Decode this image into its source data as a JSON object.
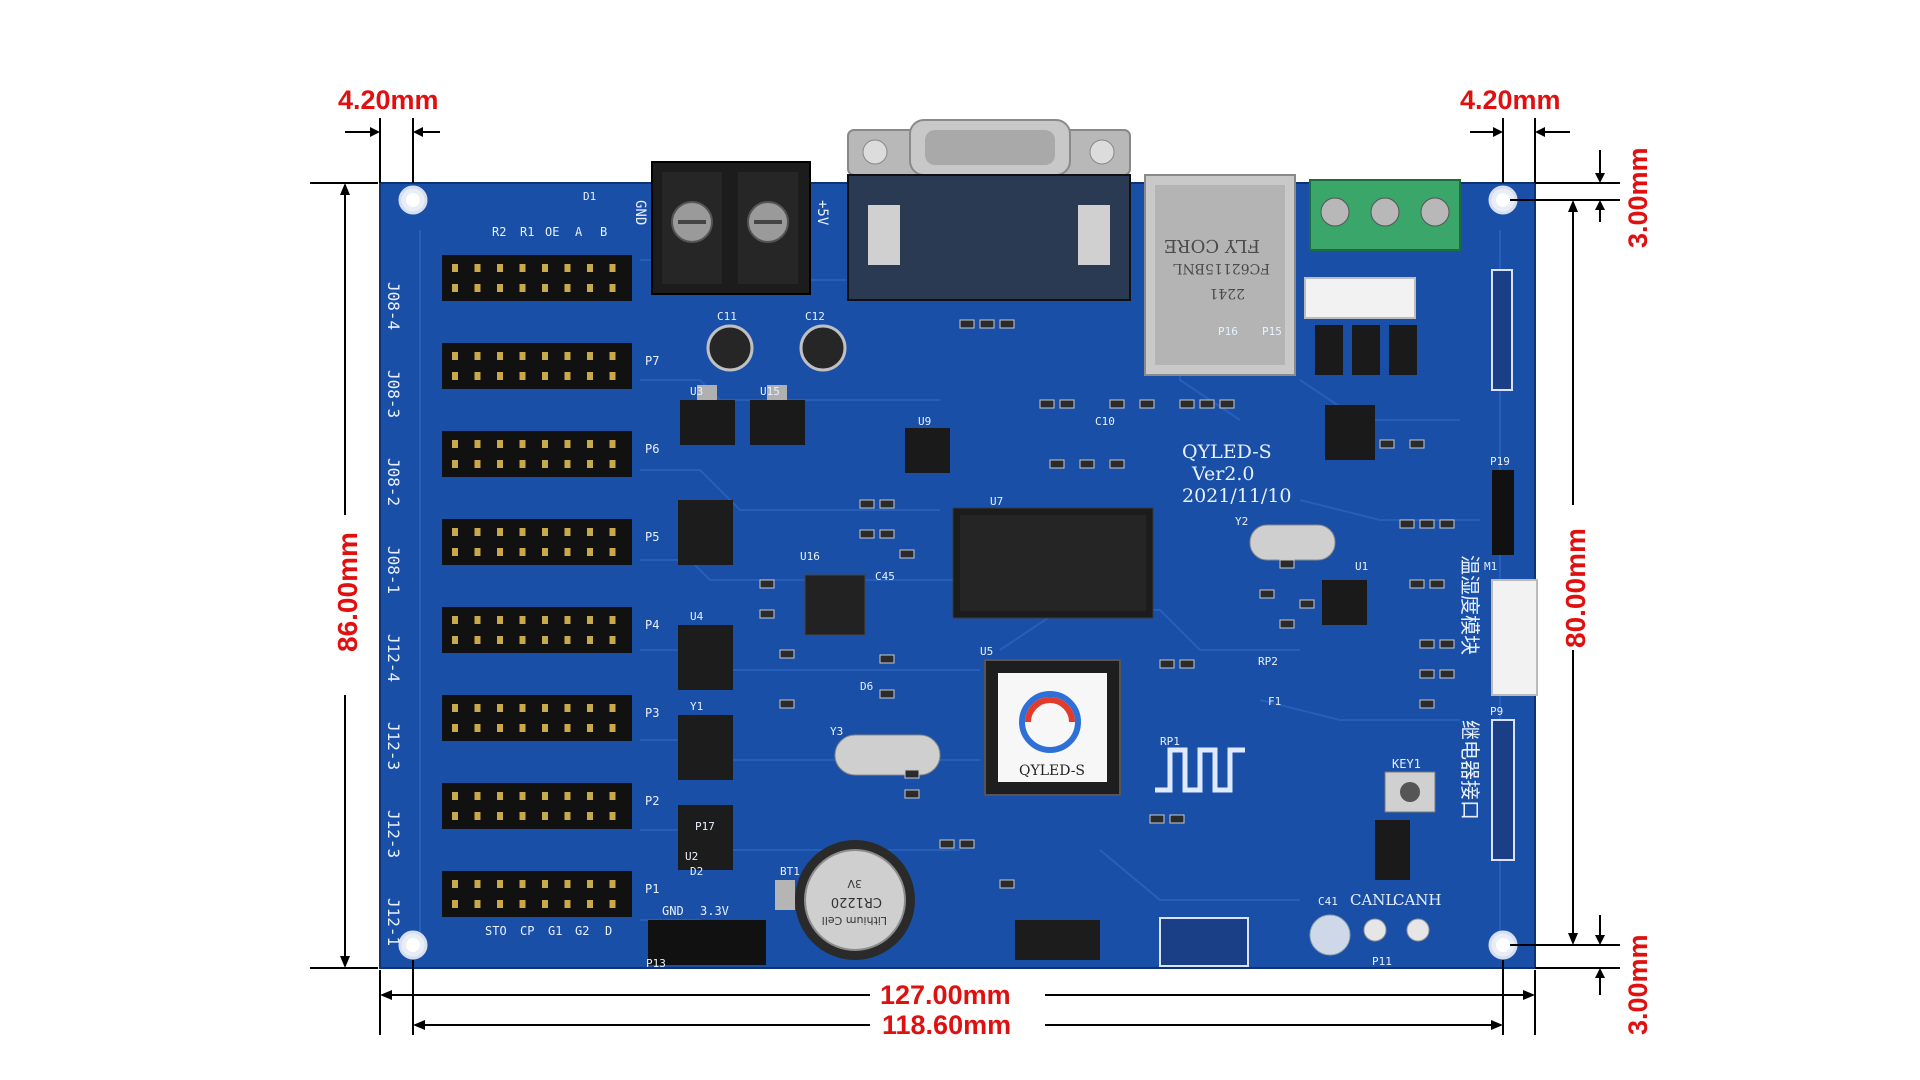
{
  "colors": {
    "dimension_text": "#e01010",
    "pcb": "#1a4fa8",
    "pcb_dark": "#133d86",
    "silkscreen": "#e8f0ff",
    "terminal_green": "#3aa66a",
    "pin_gold": "#c9a94a",
    "background": "#ffffff"
  },
  "dimensions": {
    "top_left_hole_offset": "4.20mm",
    "top_right_hole_offset": "4.20mm",
    "top_right_vertical_offset": "3.00mm",
    "bottom_right_vertical_offset": "3.00mm",
    "total_height": "86.00mm",
    "hole_height": "80.00mm",
    "total_width": "127.00mm",
    "hole_width": "118.60mm"
  },
  "board": {
    "model": "QYLED-S",
    "version": "Ver2.0",
    "date": "2021/11/10",
    "chip_logo_text": "QYLED-S",
    "ethernet_label_lines": [
      "FLY CORE",
      "FC62115BNL",
      "2241"
    ],
    "battery_label_lines": [
      "Lithium Cell",
      "CR1220",
      "3V"
    ],
    "power_labels": [
      "GND",
      "+5V"
    ],
    "can_labels": [
      "CANL",
      "CANH"
    ],
    "key_label": "KEY1",
    "module_label_temp": "温湿度模块",
    "module_label_relay": "继电器接口",
    "hub_labels": [
      "J08-4",
      "J08-3",
      "J08-2",
      "J08-1",
      "J12-4",
      "J12-3",
      "J12-3",
      "J12-1"
    ],
    "header_refs": [
      "P7",
      "P6",
      "P5",
      "P4",
      "P3",
      "P2",
      "P1"
    ],
    "signal_labels_top": [
      "R2",
      "R1",
      "OE",
      "A",
      "B"
    ],
    "signal_labels_bottom": [
      "STO",
      "CP",
      "G1",
      "G2",
      "D"
    ],
    "misc_refs": [
      "U3",
      "U15",
      "U16",
      "U7",
      "U5",
      "U9",
      "U1",
      "U2",
      "U4",
      "Y1",
      "Y2",
      "Y3",
      "BT1",
      "P15",
      "P16",
      "P17",
      "P13",
      "P11",
      "P9",
      "P19",
      "M1",
      "RP1",
      "RP2",
      "F1",
      "D1",
      "D2",
      "D6",
      "C10",
      "C11",
      "C12",
      "C41",
      "C45"
    ],
    "bottom_row_labels": [
      "GND",
      "3.3V"
    ]
  }
}
